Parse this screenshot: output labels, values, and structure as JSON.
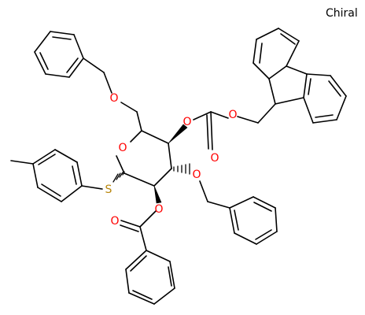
{
  "chiral_label": "Chiral",
  "colors": {
    "bond": "#000000",
    "oxygen": "#ff0000",
    "sulfur": "#b8860b"
  },
  "atom_labels": {
    "o_ring": "O",
    "o_benzyl_ether_top": "O",
    "o_carbonate_ring": "O",
    "o_carbonate_fmoc": "O",
    "o_carbonate_carbonyl": "O",
    "o_benzyl_ether_c3": "O",
    "o_benzoate_ester": "O",
    "o_benzoate_carbonyl": "O",
    "s_thio": "S"
  }
}
